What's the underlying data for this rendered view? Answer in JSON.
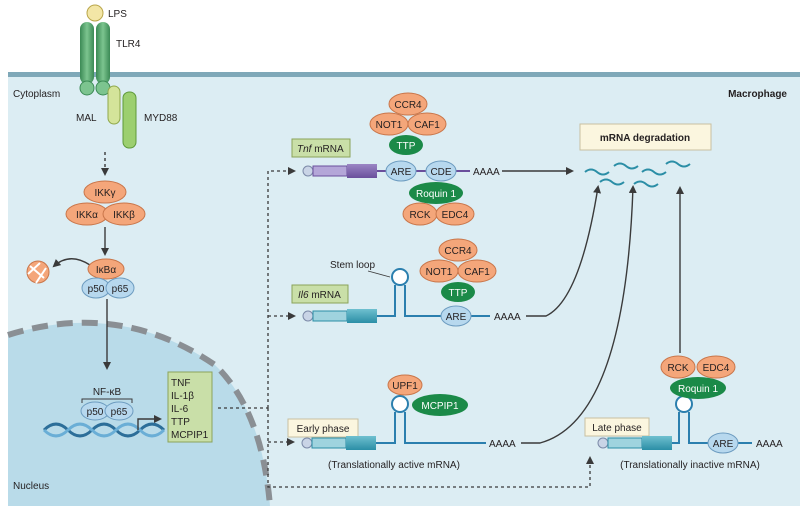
{
  "labels": {
    "lps": "LPS",
    "tlr4": "TLR4",
    "cytoplasm": "Cytoplasm",
    "macrophage": "Macrophage",
    "mal": "MAL",
    "myd88": "MYD88",
    "nucleus": "Nucleus",
    "nfkb": "NF-κB"
  },
  "ikk": {
    "gamma": "IKKγ",
    "alpha": "IKKα",
    "beta": "IKKβ"
  },
  "ikb": {
    "ikba": "IκBα",
    "p50": "p50",
    "p65": "p65"
  },
  "nfkb_complex": {
    "p50": "p50",
    "p65": "p65"
  },
  "genes": [
    "TNF",
    "IL-1β",
    "IL-6",
    "TTP",
    "MCPIP1"
  ],
  "tnf_mrna": {
    "gene": "Tnf",
    "suffix": " mRNA",
    "ccr4": "CCR4",
    "not1": "NOT1",
    "caf1": "CAF1",
    "ttp": "TTP",
    "are": "ARE",
    "cde": "CDE",
    "polya": "AAAA",
    "roquin": "Roquin 1",
    "rck": "RCK",
    "edc4": "EDC4"
  },
  "il6_mrna": {
    "gene": "Il6",
    "suffix": " mRNA",
    "stem_loop": "Stem loop",
    "ccr4": "CCR4",
    "not1": "NOT1",
    "caf1": "CAF1",
    "ttp": "TTP",
    "are": "ARE",
    "polya": "AAAA"
  },
  "degradation": "mRNA degradation",
  "early": {
    "label": "Early phase",
    "upf1": "UPF1",
    "mcpip1": "MCPIP1",
    "polya": "AAAA",
    "caption": "(Translationally active mRNA)"
  },
  "late": {
    "label": "Late phase",
    "rck": "RCK",
    "edc4": "EDC4",
    "roquin": "Roquin 1",
    "are": "ARE",
    "polya": "AAAA",
    "caption": "(Translationally inactive mRNA)"
  },
  "colors": {
    "cell": "#dcedf3",
    "membrane": "#7fa8b8",
    "nucleus": "#b9dbe9",
    "orange": "#f4a67a",
    "blue": "#b7d8ee",
    "green": "#1b8a48",
    "tlr4": "#4a9b63",
    "receptor": "#b7d37a",
    "gene_box": "#c9dfa8",
    "label_box": "#fbf6df"
  }
}
